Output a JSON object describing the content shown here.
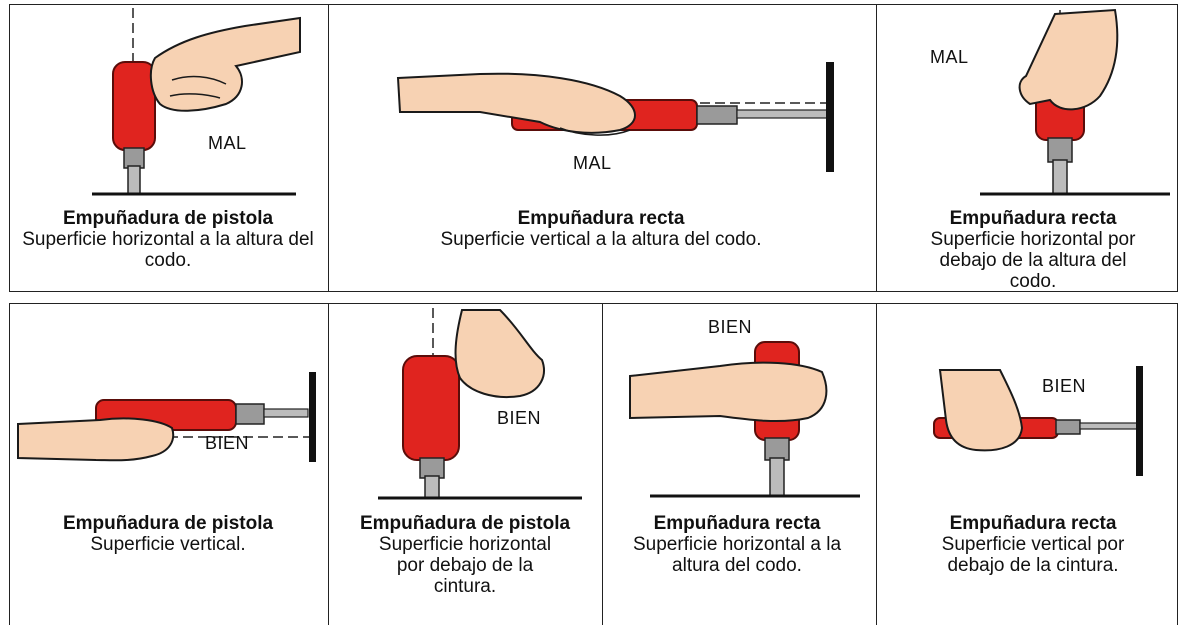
{
  "colors": {
    "tool": "#e0241f",
    "tool_dark": "#8e1410",
    "skin": "#f7d2b3",
    "skin_line": "#1a1a1a",
    "metal": "#9a9a9a"
  },
  "panels": [
    {
      "tag": "MAL",
      "title": "Empuñadura de pistola",
      "desc": "Superficie horizontal a la altura del codo."
    },
    {
      "tag": "MAL",
      "title": "Empuñadura recta",
      "desc": "Superficie vertical a la altura del codo."
    },
    {
      "tag": "MAL",
      "title": "Empuñadura recta",
      "desc": "Superficie horizontal por debajo de la altura del codo."
    },
    {
      "tag": "BIEN",
      "title": "Empuñadura de pistola",
      "desc": "Superficie vertical."
    },
    {
      "tag": "BIEN",
      "title": "Empuñadura de pistola",
      "desc": "Superficie horizontal por debajo de la cintura."
    },
    {
      "tag": "BIEN",
      "title": "Empuñadura recta",
      "desc": "Superficie horizontal a la altura del codo."
    },
    {
      "tag": "BIEN",
      "title": "Empuñadura recta",
      "desc": "Superficie vertical por debajo de la cintura."
    }
  ]
}
